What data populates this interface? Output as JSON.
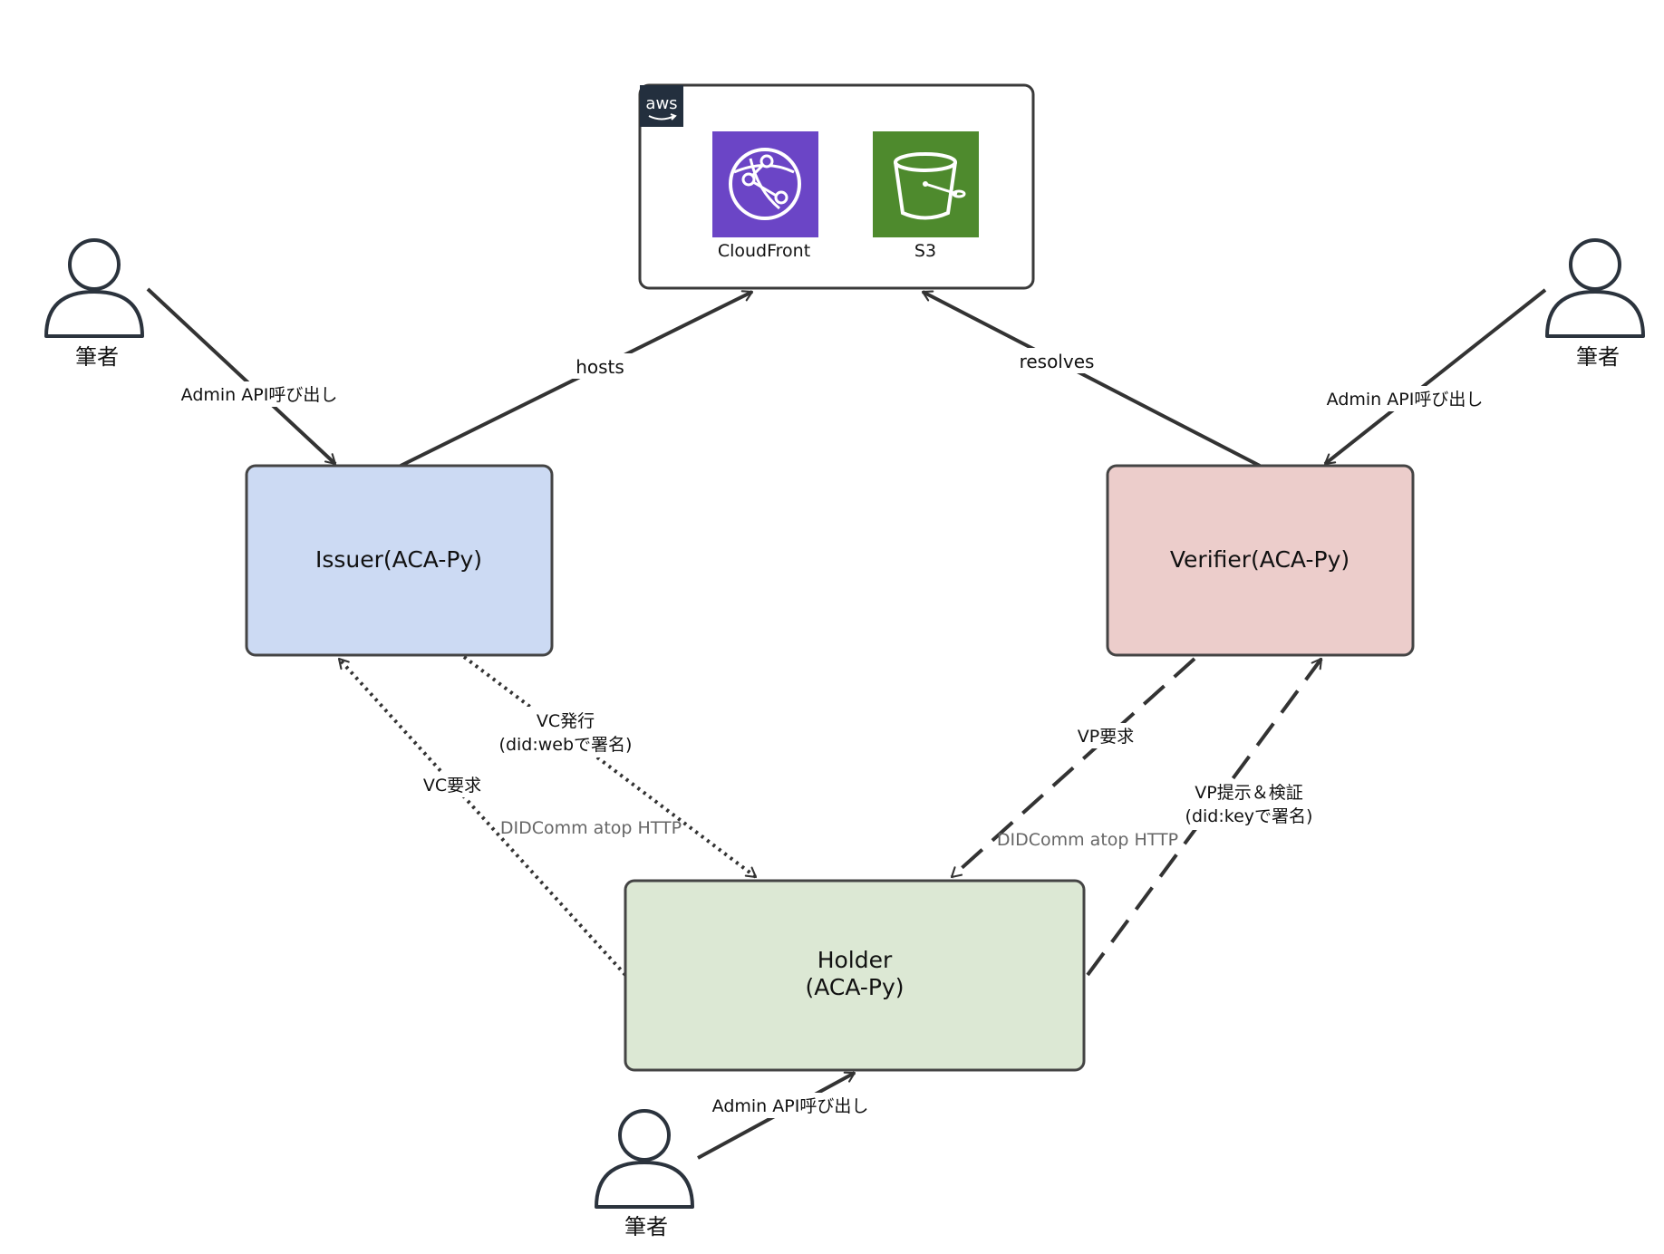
{
  "aws": {
    "logo_text": "aws",
    "services": [
      {
        "label": "CloudFront",
        "icon": "cloudfront-icon",
        "color": "#6b45c6"
      },
      {
        "label": "S3",
        "icon": "s3-bucket-icon",
        "color": "#4e8a2d"
      }
    ]
  },
  "nodes": {
    "issuer": {
      "label": "Issuer(ACA-Py)",
      "fill": "#ccdaf3"
    },
    "verifier": {
      "label": "Verifier(ACA-Py)",
      "fill": "#eccdcb"
    },
    "holder": {
      "line1": "Holder",
      "line2": "(ACA-Py)",
      "fill": "#dce8d4"
    }
  },
  "actors": {
    "issuer_author": "筆者",
    "verifier_author": "筆者",
    "holder_author": "筆者"
  },
  "edges": {
    "hosts": "hosts",
    "resolves": "resolves",
    "admin_api_issuer": "Admin API呼び出し",
    "admin_api_verifier": "Admin API呼び出し",
    "admin_api_holder": "Admin API呼び出し",
    "vc_issue_line1": "VC発行",
    "vc_issue_line2": "(did:webで署名)",
    "vc_request": "VC要求",
    "didcomm_left": "DIDComm atop HTTP",
    "vp_request": "VP要求",
    "vp_present_line1": "VP提示＆検証",
    "vp_present_line2": "(did:keyで署名)",
    "didcomm_right": "DIDComm atop HTTP"
  }
}
